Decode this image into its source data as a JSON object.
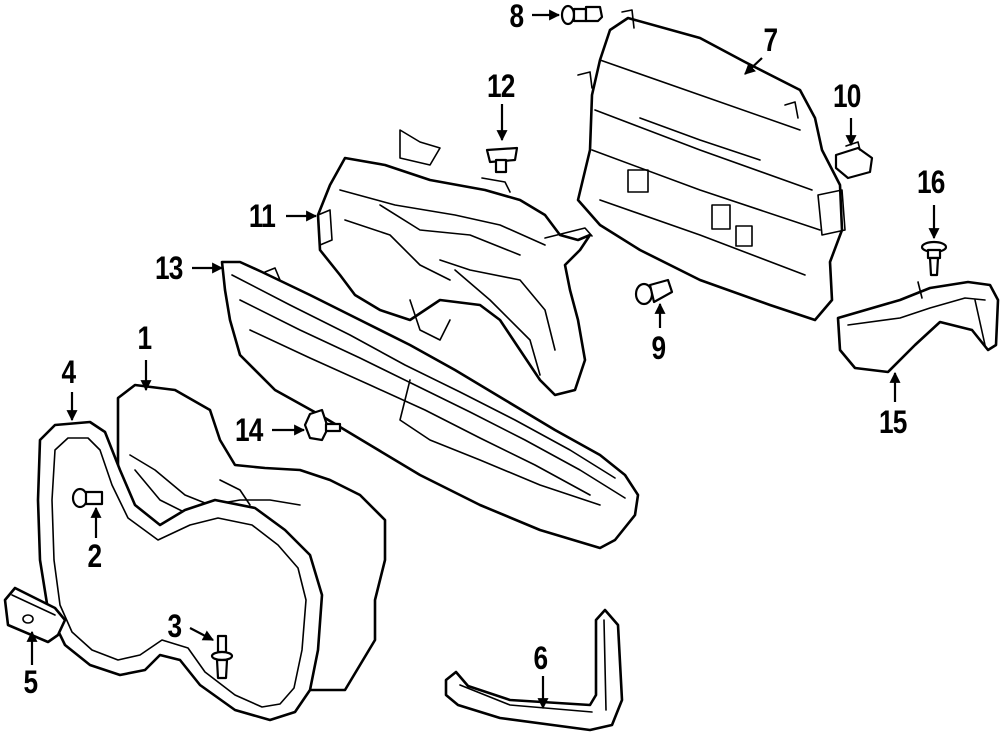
{
  "callouts": {
    "c1": "1",
    "c2": "2",
    "c3": "3",
    "c4": "4",
    "c5": "5",
    "c6": "6",
    "c7": "7",
    "c8": "8",
    "c9": "9",
    "c10": "10",
    "c11": "11",
    "c12": "12",
    "c13": "13",
    "c14": "14",
    "c15": "15",
    "c16": "16"
  },
  "colors": {
    "line": "#000000",
    "background": "#ffffff"
  }
}
